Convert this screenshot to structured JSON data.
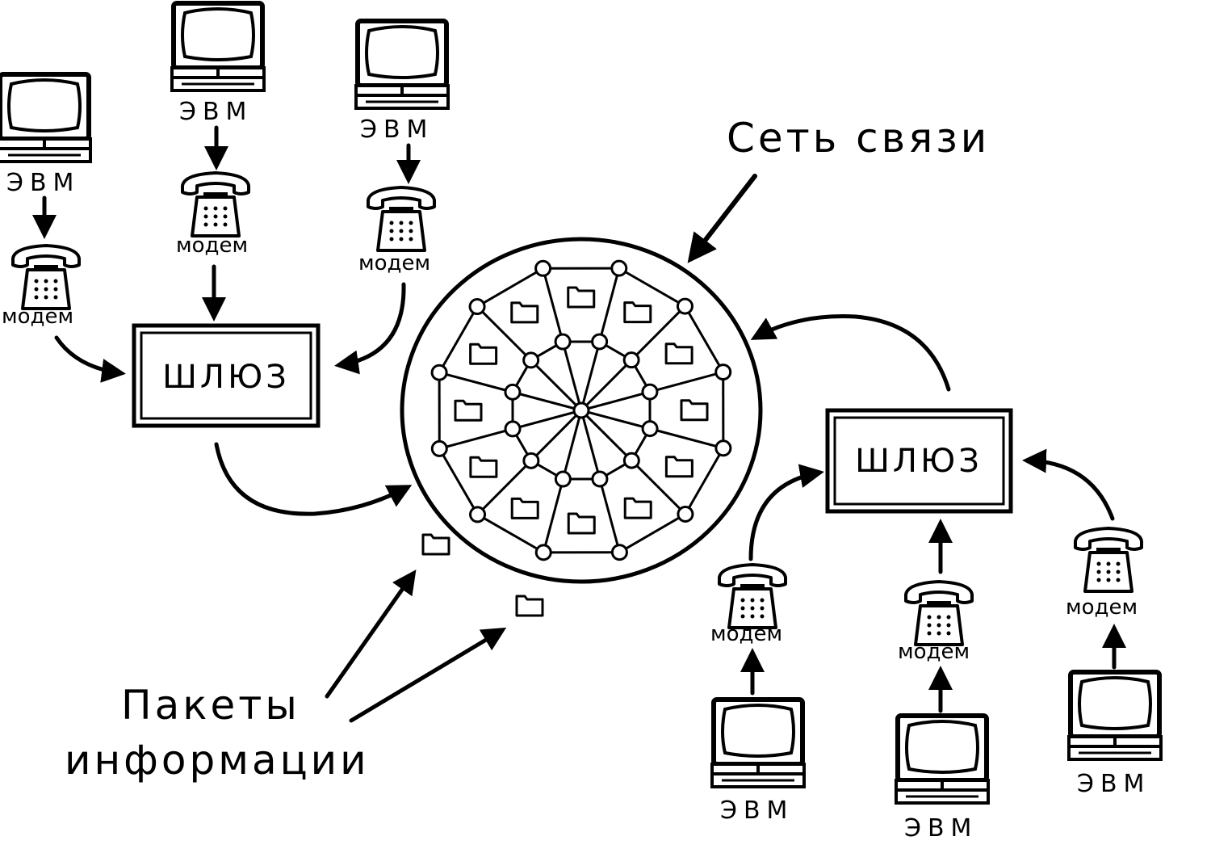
{
  "labels": {
    "computer": "ЭВМ",
    "modem": "модем",
    "gateway": "ШЛЮЗ",
    "network": "Сеть связи",
    "packets_line1": "Пакеты",
    "packets_line2": "информации"
  },
  "colors": {
    "ink": "#000000",
    "paper": "#ffffff"
  },
  "icons": [
    "computer-icon",
    "telephone-modem-icon",
    "packet-icon"
  ]
}
